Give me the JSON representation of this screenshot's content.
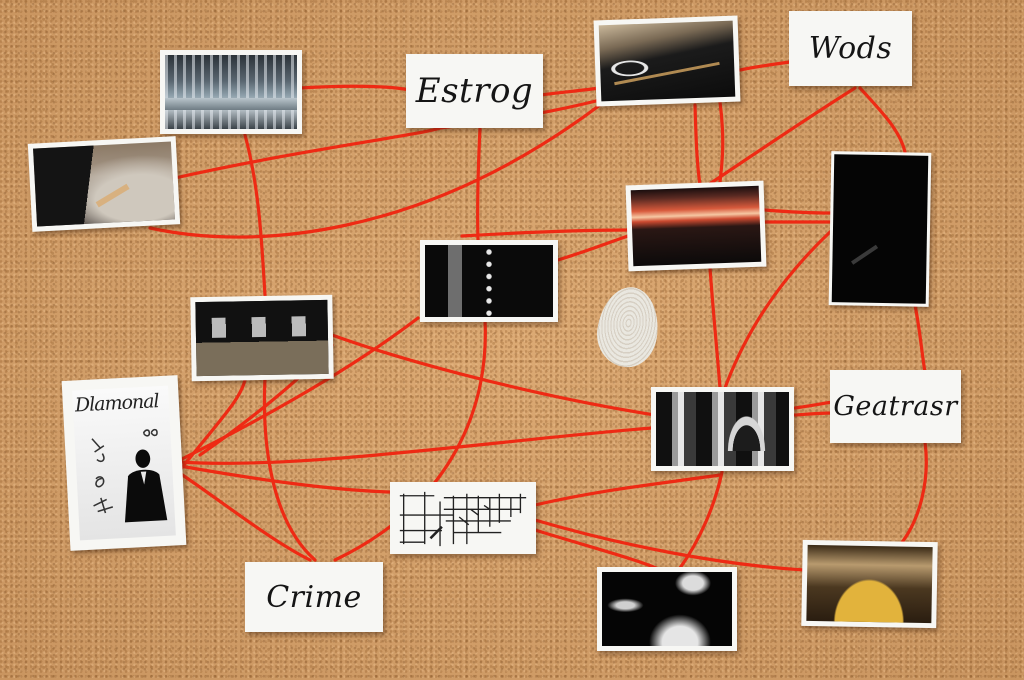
{
  "scene": {
    "description": "Cork board investigation wall with photos and handwritten notes connected by red string",
    "colors": {
      "cork": "#d4a06a",
      "string": "#ee2a14",
      "card": "#f7f7f4",
      "ink": "#151515"
    }
  },
  "notes": [
    {
      "id": "note-estrog",
      "text": "Estrog"
    },
    {
      "id": "note-wods",
      "text": "Wods"
    },
    {
      "id": "note-geatrasr",
      "text": "Geatrasr"
    },
    {
      "id": "note-crime",
      "text": "Crime"
    }
  ],
  "photos": [
    {
      "id": "photo-fence",
      "subject": "grayscale railing / fence"
    },
    {
      "id": "photo-car",
      "subject": "dark vehicle with wheel arch"
    },
    {
      "id": "photo-room",
      "subject": "figures in a room"
    },
    {
      "id": "photo-sunset",
      "subject": "red sunset over water"
    },
    {
      "id": "photo-dark-doors",
      "subject": "dark corridor with lights"
    },
    {
      "id": "photo-hall",
      "subject": "dark hall with lit windows"
    },
    {
      "id": "photo-forest",
      "subject": "black and white trees"
    },
    {
      "id": "photo-black",
      "subject": "nearly black photo"
    },
    {
      "id": "photo-table",
      "subject": "sepia room with yellow table"
    },
    {
      "id": "photo-night",
      "subject": "night scene with lights"
    },
    {
      "id": "photo-man",
      "subject": "silhouette of man in suit",
      "caption": "Dlamonal"
    },
    {
      "id": "photo-map",
      "subject": "hand-drawn street map"
    }
  ],
  "fingerprint": {
    "id": "fingerprint",
    "subject": "white fingerprint smudge"
  }
}
